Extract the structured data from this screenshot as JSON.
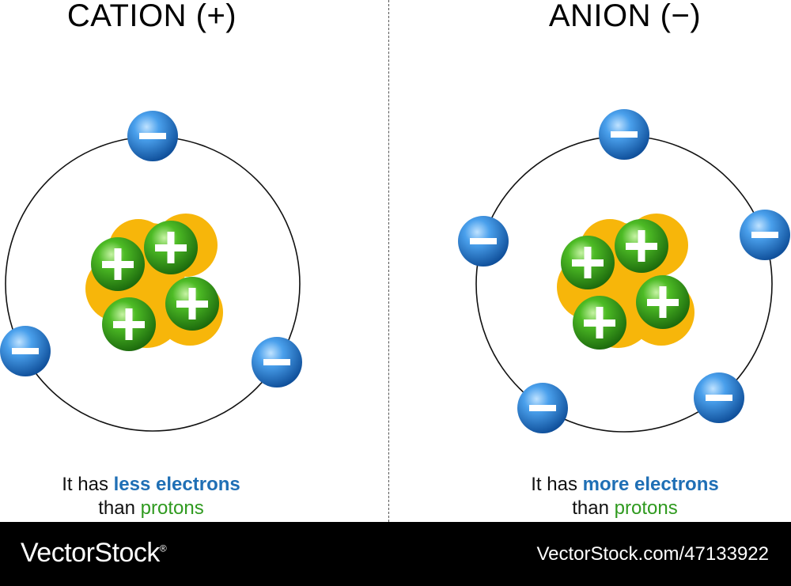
{
  "left": {
    "title": "CATION (+)",
    "caption_prefix": "It has",
    "caption_emphasis": "less electrons",
    "caption_middle": "than",
    "caption_end": "protons",
    "electrons": 3,
    "protons": 4
  },
  "right": {
    "title": "ANION (−)",
    "caption_prefix": "It has",
    "caption_emphasis": "more electrons",
    "caption_middle": "than",
    "caption_end": "protons",
    "electrons": 5,
    "protons": 4
  },
  "footer": {
    "logo": "VectorStock",
    "logo_mark": "®",
    "url": "VectorStock.com/47133922"
  },
  "colors": {
    "electron": "#2f86d6",
    "proton": "#3fae1e",
    "nucleus": "#f7b60a",
    "emphasis_blue": "#1f6fb5",
    "emphasis_green": "#2f9a1f"
  },
  "icons": {
    "electron": "minus-sign",
    "proton": "plus-sign"
  }
}
